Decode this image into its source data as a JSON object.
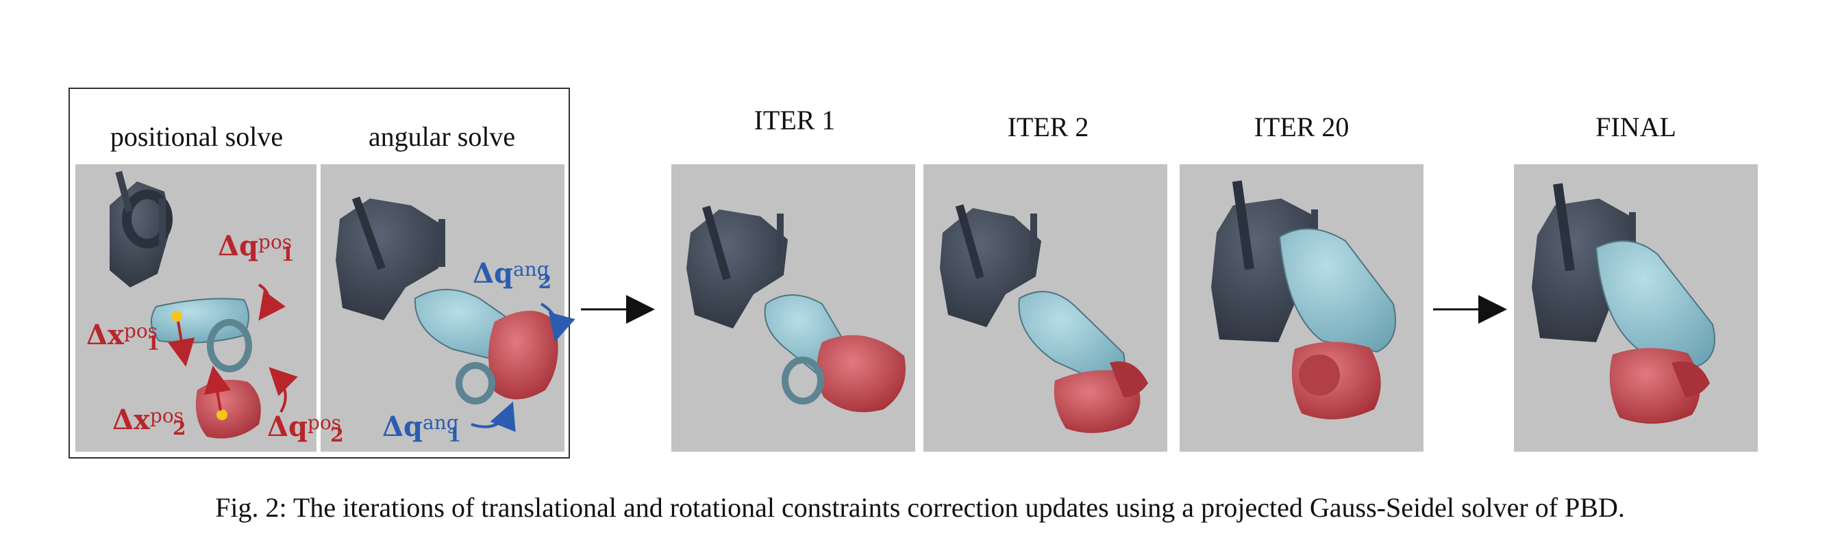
{
  "figure": {
    "group_labels": {
      "positional_solve": "positional solve",
      "angular_solve": "angular solve"
    },
    "iteration_labels": [
      "ITER 1",
      "ITER 2",
      "ITER 20",
      "FINAL"
    ],
    "annotations": {
      "dq1_pos": {
        "base": "Δq",
        "sup": "pos",
        "sub": "1",
        "color": "#b8262b"
      },
      "dx1_pos": {
        "base": "Δx",
        "sup": "pos",
        "sub": "1",
        "color": "#b8262b"
      },
      "dx2_pos": {
        "base": "Δx",
        "sup": "pos",
        "sub": "2",
        "color": "#b8262b"
      },
      "dq2_pos": {
        "base": "Δq",
        "sup": "pos",
        "sub": "2",
        "color": "#b8262b"
      },
      "dq2_ang": {
        "base": "Δq",
        "sup": "ang",
        "sub": "2",
        "color": "#2a5db0"
      },
      "dq1_ang": {
        "base": "Δq",
        "sup": "ang",
        "sub": "1",
        "color": "#2a5db0"
      }
    },
    "caption": "Fig. 2: The iterations of translational and rotational constraints correction updates using a projected Gauss-Seidel solver of PBD.",
    "colors": {
      "panel_bg": "#c2c2c2",
      "dark_link": "#3a4250",
      "light_link": "#8fc2cf",
      "mid_link": "#6f8f9c",
      "red_link": "#c2454c",
      "marker": "#f5c518"
    }
  }
}
